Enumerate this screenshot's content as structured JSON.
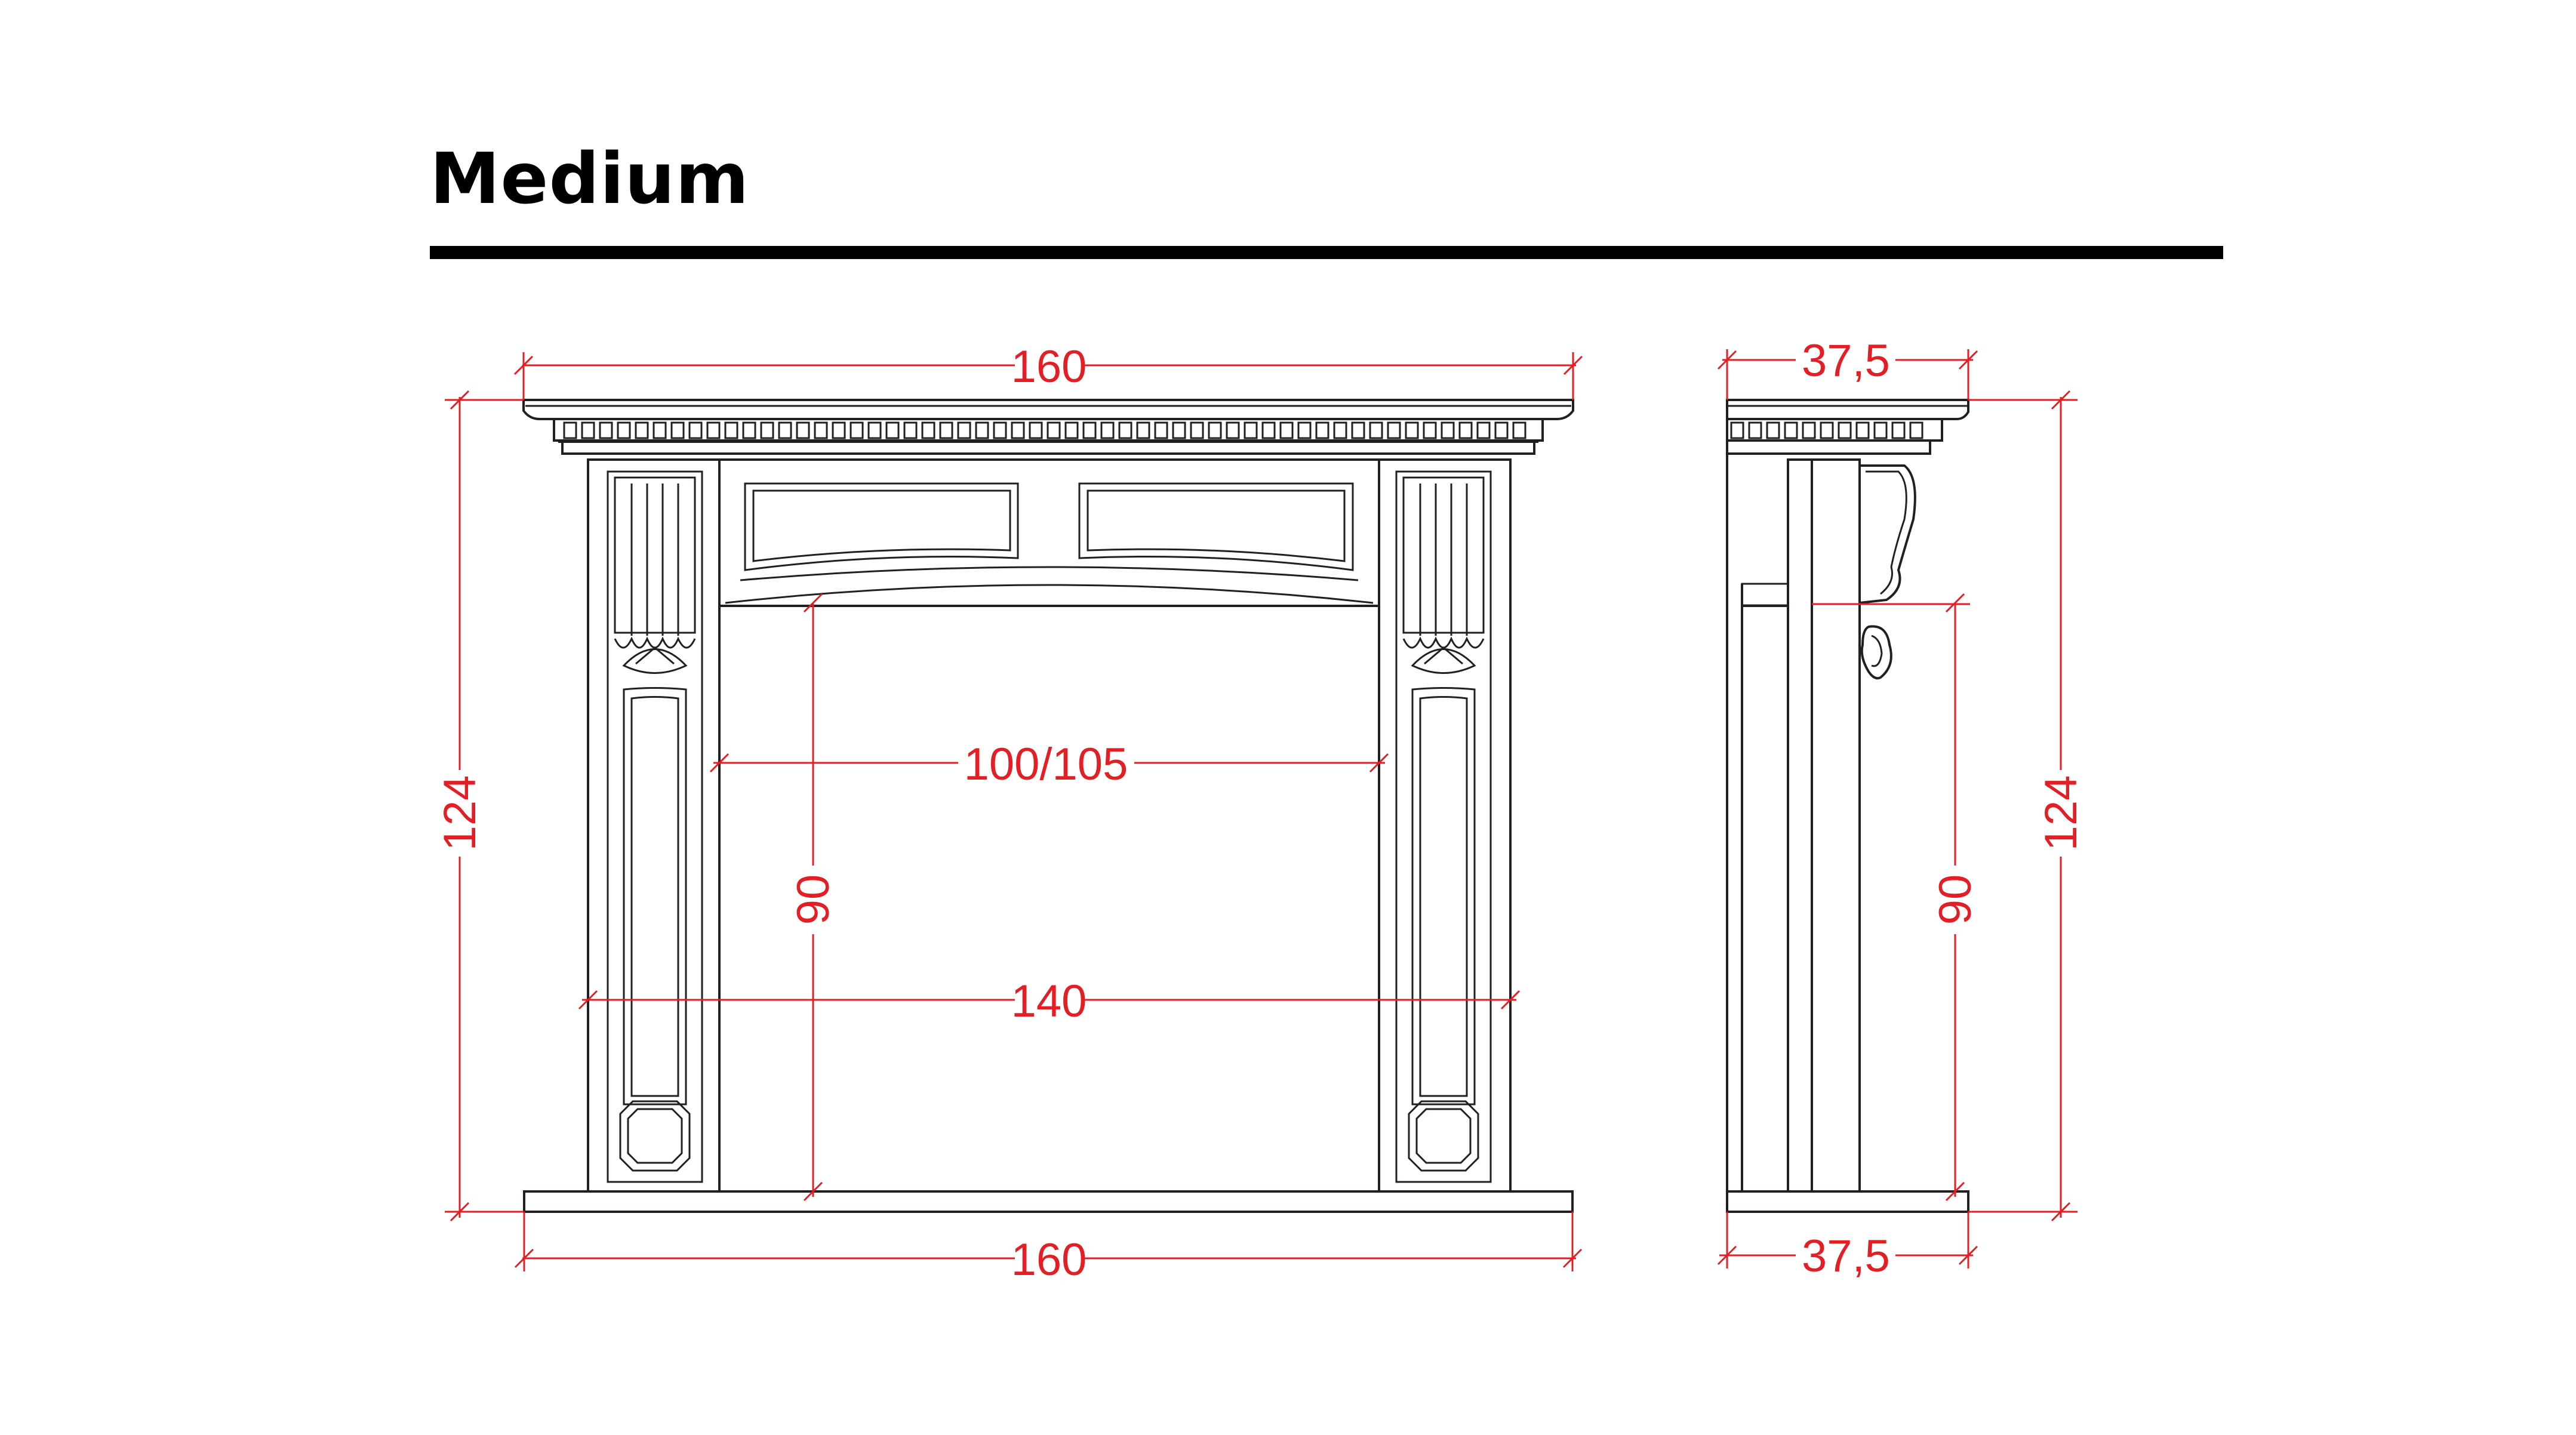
{
  "title": "Medium",
  "colors": {
    "ink": "#231f20",
    "dimension": "#e31e24",
    "title": "#000000"
  },
  "front_view": {
    "dimensions": {
      "top_width": "160",
      "bottom_width": "160",
      "height": "124",
      "opening_height": "90",
      "opening_width": "100/105",
      "inner_width": "140"
    }
  },
  "side_view": {
    "dimensions": {
      "top_depth": "37,5",
      "bottom_depth": "37,5",
      "height": "124",
      "opening_height": "90"
    }
  }
}
